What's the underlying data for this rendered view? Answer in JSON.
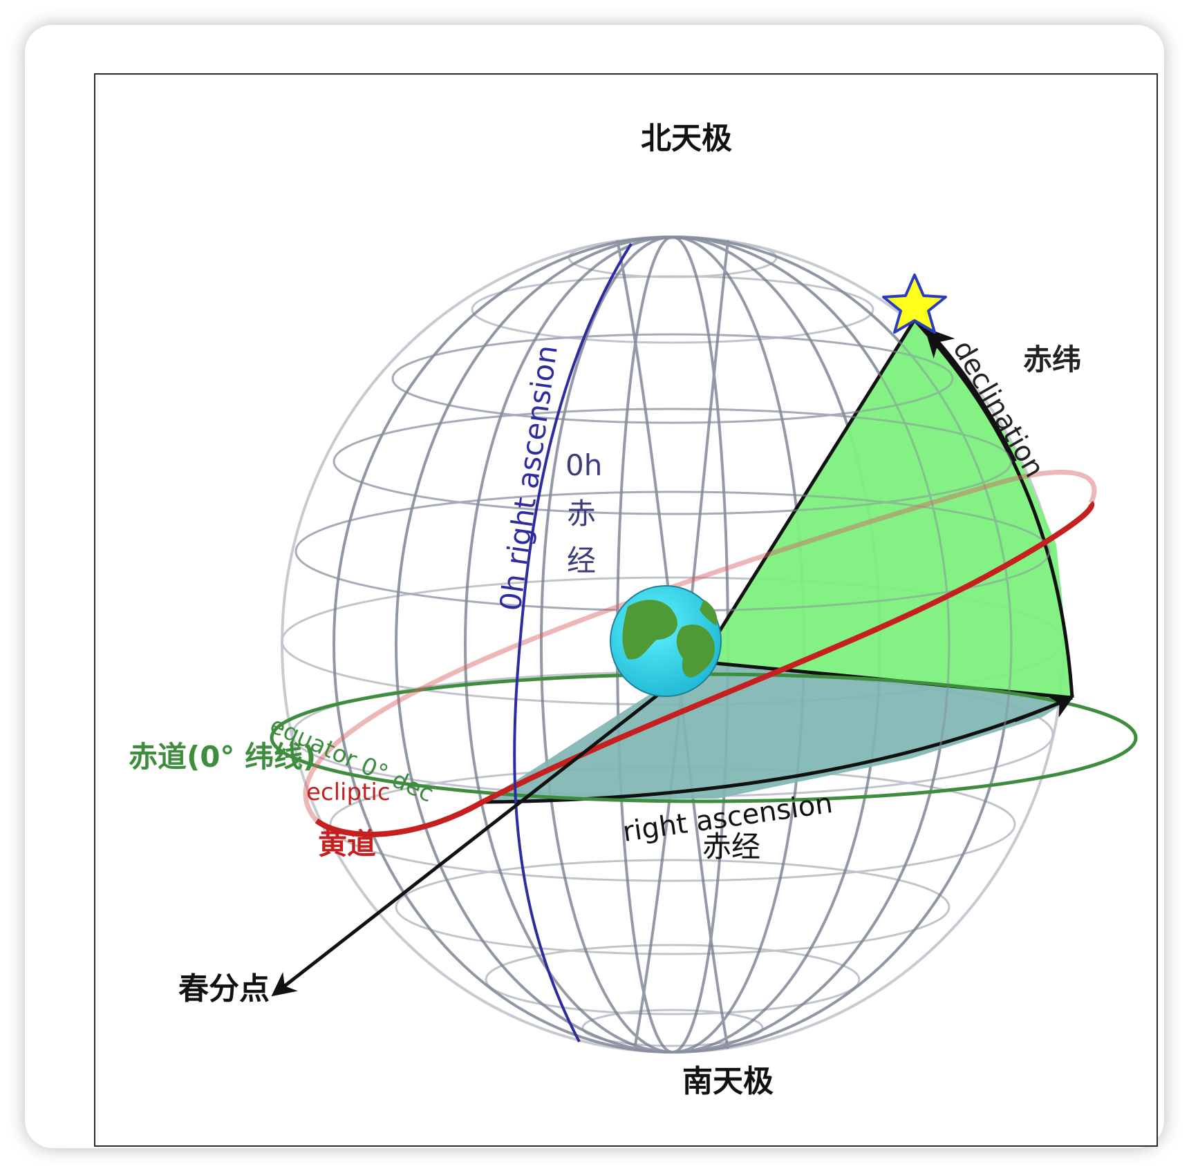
{
  "labels": {
    "north_pole": "北天极",
    "south_pole": "南天极",
    "vernal_equinox": "春分点",
    "declination_en": "declination",
    "declination_cn": "赤纬",
    "ra0_en": "0h right ascension",
    "ra0_hour": "0h",
    "ra0_cn_1": "赤",
    "ra0_cn_2": "经",
    "equator_en": "equator  0° dec",
    "equator_cn": "赤道(0°  纬线)",
    "ecliptic_en": "ecliptic",
    "ecliptic_cn": "黄道",
    "ra_en": "right ascension",
    "ra_cn": "赤经"
  },
  "colors": {
    "grid": "#7b8292",
    "equator": "#3e8d3e",
    "ecliptic": "#c61f1f",
    "ra0": "#2c2c9e",
    "declination_wedge": "#7cf07c",
    "ra_wedge": "#7fb6b2",
    "star": "#ffff1a",
    "earth_ocean": "#2fd7e6",
    "earth_land": "#4f9a35"
  }
}
